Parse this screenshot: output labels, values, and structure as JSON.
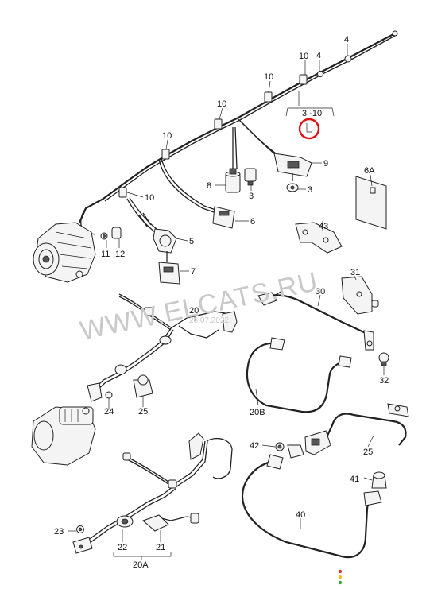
{
  "watermark": "WWW.ELCATS.RU",
  "date_stamp": "26.07.2022",
  "callouts": {
    "c4a": "4",
    "c4b": "4",
    "c10a": "10",
    "c10b": "10",
    "c10c": "10",
    "c10d": "10",
    "c10e": "10",
    "c3_10": "3 -10",
    "c9": "9",
    "c8": "8",
    "c3a": "3",
    "c3b": "3",
    "c6a": "6A",
    "c6": "6",
    "c5": "5",
    "c7": "7",
    "c11": "11",
    "c12": "12",
    "c43": "43",
    "c31": "31",
    "c30": "30",
    "c20": "20",
    "c24": "24",
    "c25a": "25",
    "c20b": "20B",
    "c32": "32",
    "c42": "42",
    "c25b": "25",
    "c41": "41",
    "c40": "40",
    "c23": "23",
    "c22": "22",
    "c21": "21",
    "c20a": "20A"
  },
  "colors": {
    "highlight_ring": "#e01010",
    "dot_red": "#e03030",
    "dot_yellow": "#f0c020",
    "dot_green": "#30b030"
  }
}
